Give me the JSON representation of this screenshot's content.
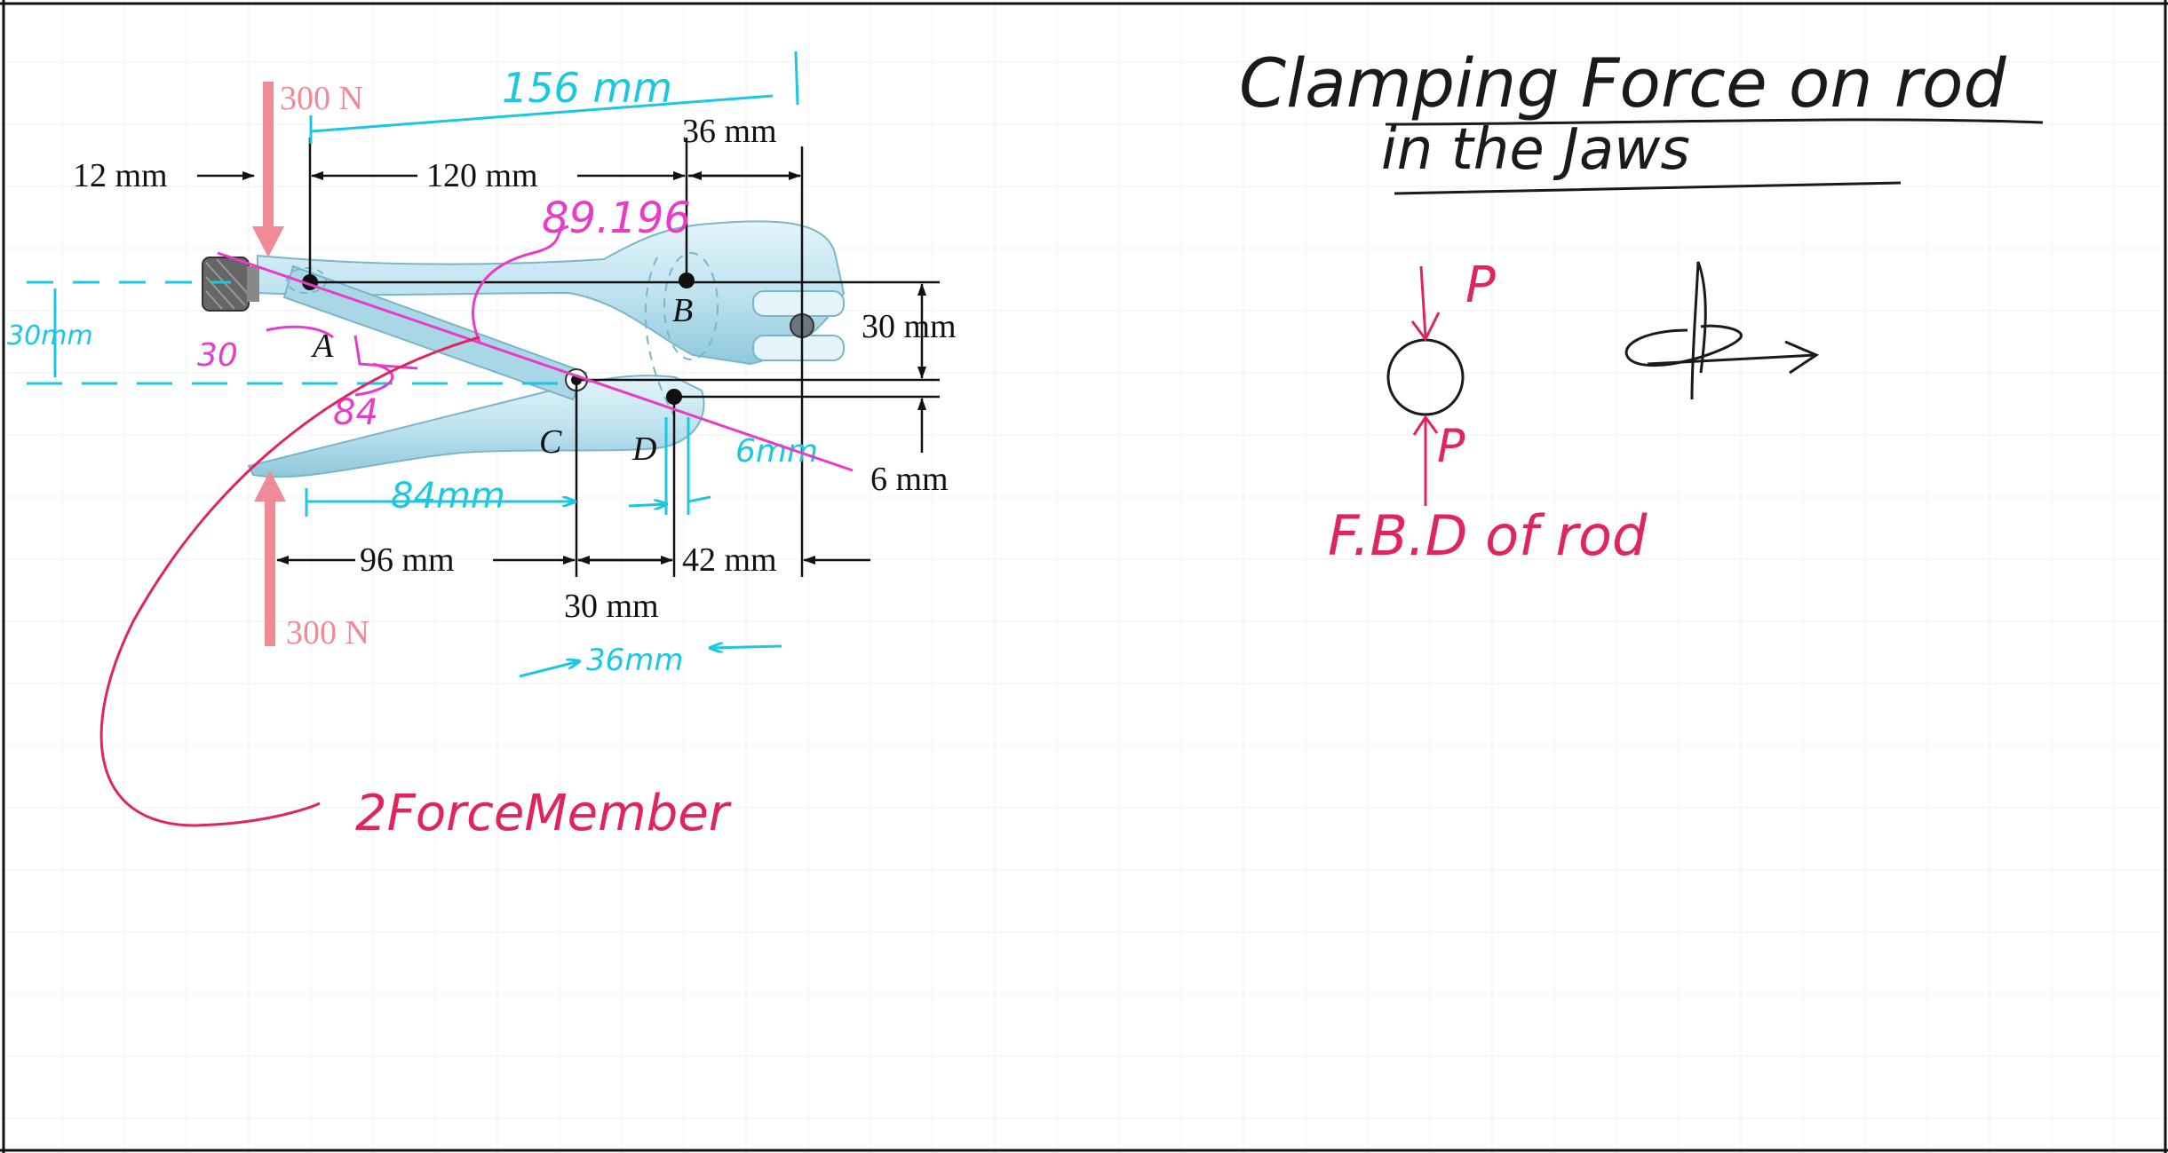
{
  "figure": {
    "force_top": "300 N",
    "force_bottom": "300 N",
    "dim_12mm": "12 mm",
    "dim_120mm": "120 mm",
    "dim_36mm": "36 mm",
    "dim_30mm_right": "30 mm",
    "dim_6mm": "6 mm",
    "dim_96mm": "96 mm",
    "dim_42mm": "42 mm",
    "dim_30mm_bottom": "30 mm",
    "label_A": "A",
    "label_B": "B",
    "label_C": "C",
    "label_D": "D"
  },
  "annotations": {
    "dim_156mm": "156 mm",
    "pin_distance": "89.196",
    "left_30mm": "30mm",
    "leg_30": "30",
    "leg_84": "84",
    "dim_84mm": "84mm",
    "dim_6mm_hand": "6mm",
    "dim_36mm_hand": "36mm",
    "two_force_member": "2ForceMember"
  },
  "notes": {
    "title_line1": "Clamping Force on rod",
    "title_line2": "in the Jaws",
    "force_P_top": "P",
    "force_P_bottom": "P",
    "fbd_caption": "F.B.D of rod"
  },
  "colors": {
    "cyan_ink": "#1cc7e0",
    "magenta_ink": "#e83cc8",
    "red_ink": "#e0245e",
    "force_arrow": "#f08a96",
    "wrench_blue": "#bfe3ef"
  }
}
